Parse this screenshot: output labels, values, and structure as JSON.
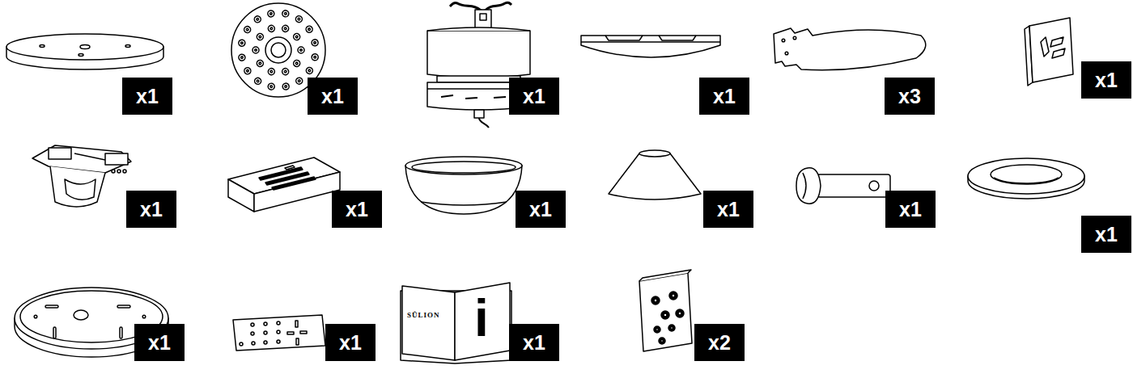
{
  "diagram": {
    "nodes": [
      {
        "text": [
          "x1"
        ]
      },
      {
        "text": [
          "x1"
        ]
      },
      {
        "text": [
          "x1"
        ]
      },
      {
        "text": [
          "x1"
        ]
      },
      {
        "text": [
          "x3"
        ]
      },
      {
        "text": [
          "x1"
        ]
      },
      {
        "text": [
          "x1"
        ]
      },
      {
        "text": [
          "x1"
        ]
      },
      {
        "text": [
          "x1"
        ]
      },
      {
        "text": [
          "x1"
        ]
      },
      {
        "text": [
          "x1"
        ]
      },
      {
        "text": [
          "x1"
        ]
      },
      {
        "text": [
          "x1"
        ]
      },
      {
        "text": [
          "x1"
        ]
      },
      {
        "text": [
          "x1"
        ]
      },
      {
        "text": [
          "x2"
        ]
      }
    ],
    "labels": [
      "SÛLION",
      "i"
    ]
  }
}
